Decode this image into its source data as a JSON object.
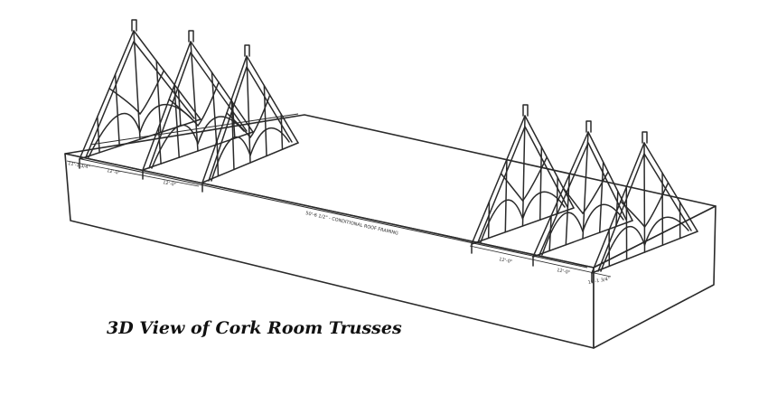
{
  "title": "3D View of Cork Room Trusses",
  "colors": {
    "line": "#2a2a2a",
    "background": "#ffffff",
    "caption": "#111111"
  },
  "dimensions": {
    "left_end": "11'-1 3/4\"",
    "left_spacing_1": "12'-0\"",
    "left_spacing_2": "12'-0\"",
    "center_span": "50'-6 1/2\" - CONDITIONAL ROOF FRAMING",
    "right_spacing_1": "12'-0\"",
    "right_spacing_2": "12'-0\"",
    "right_end": "11'-1 3/4\""
  }
}
